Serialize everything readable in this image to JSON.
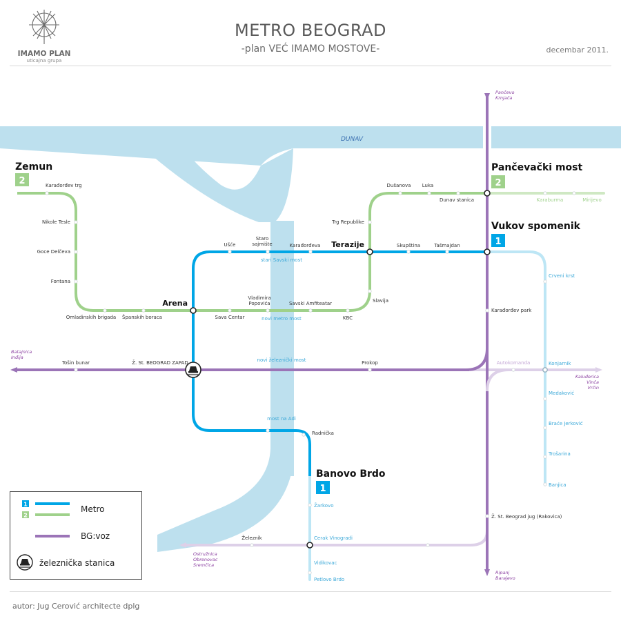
{
  "header": {
    "title": "METRO BEOGRAD",
    "subtitle": "-plan VEĆ IMAMO MOSTOVE-",
    "date": "decembar 2011.",
    "logo_name": "IMAMO PLAN",
    "logo_sub": "uticajna grupa"
  },
  "footer": {
    "author": "autor: Jug Cerović architecte dplg"
  },
  "colors": {
    "river": "#bde0ee",
    "metro1": "#00a6e6",
    "metro2": "#9fd18b",
    "railway": "#9b74b7",
    "metro1_light": "#bde6f5",
    "metro2_light": "#cfe8c3",
    "railway_light": "#ddd0e8",
    "station_text_metro1": "#3aa8d8",
    "station_text_metro2": "#8cbf73",
    "terminus_text_railway": "#8a3fa0"
  },
  "river": {
    "name": "DUNAV"
  },
  "major_stations": {
    "zemun": {
      "name": "Zemun",
      "line": "2"
    },
    "pancevacki": {
      "name": "Pančevački most",
      "line": "2"
    },
    "vukov": {
      "name": "Vukov spomenik",
      "line": "1"
    },
    "banovo": {
      "name": "Banovo Brdo",
      "line": "1"
    },
    "arena": {
      "name": "Arena"
    },
    "terazije": {
      "name": "Terazije"
    }
  },
  "stations": {
    "karadjordjev_trg": "Karađorđev trg",
    "nikole_tesle": "Nikole Tesle",
    "goce_delceva": "Goce Delčeva",
    "fontana": "Fontana",
    "omladinskih": "Omladinskih brigada",
    "spanskih": "Španskih boraca",
    "sava_centar": "Sava Centar",
    "vladimira": "Vladimira\nPopovića",
    "savski_amfiteatar": "Savski Amfiteatar",
    "kbc": "KBC",
    "slavija": "Slavija",
    "trg_republike": "Trg Republike",
    "dusanova": "Dušanova",
    "luka": "Luka",
    "dunav_stanica": "Dunav stanica",
    "karaburma": "Karaburma",
    "mirijevo": "Mirijevo",
    "usce": "Ušće",
    "staro_sajmiste": "Staro\nsajmište",
    "karadjordjeva": "Karađorđeva",
    "skupstina": "Skupština",
    "tasmajdan": "Tašmajdan",
    "crveni_krst": "Crveni krst",
    "konjarnik": "Konjarnik",
    "medakovic": "Medaković",
    "braca_jerkovic": "Braće Jerković",
    "trosarina": "Trošarina",
    "banjica": "Banjica",
    "karadjordjev_park": "Karađorđev park",
    "radnicka": "Radnička",
    "zarkovo": "Žarkovo",
    "cerak": "Cerak Vinogradi",
    "vidikovac": "Vidikovac",
    "petlovo_brdo": "Petlovo Brdo",
    "tosin_bunar": "Tošin bunar",
    "zst_beograd_zapad": "Ž. St. BEOGRAD ZAPAD",
    "prokop": "Prokop",
    "autokomanda": "Autokomanda",
    "zst_beograd_jug": "Ž. St. Beograd jug (Rakovica)",
    "zeleznik": "Železnik"
  },
  "bridges": {
    "stari_savski": "stari Savski most",
    "novi_metro": "novi metro most",
    "novi_zeleznicki": "novi železnički most",
    "most_na_adi": "most na Adi"
  },
  "termini": {
    "pancevo": "Pančevo\nKrnjača",
    "batajnica": "Batajnica\nInđija",
    "kaludjerica": "Kaluđerica\nVinča\nVrčin",
    "ripanj": "Ripanj\nBarajevo",
    "ostruznica": "Ostružnica\nObrenovac\nSremčica"
  },
  "legend": {
    "metro_line1": "1",
    "metro_line2": "2",
    "metro": "Metro",
    "railway": "BG:voz",
    "station": "železnička stanica"
  }
}
